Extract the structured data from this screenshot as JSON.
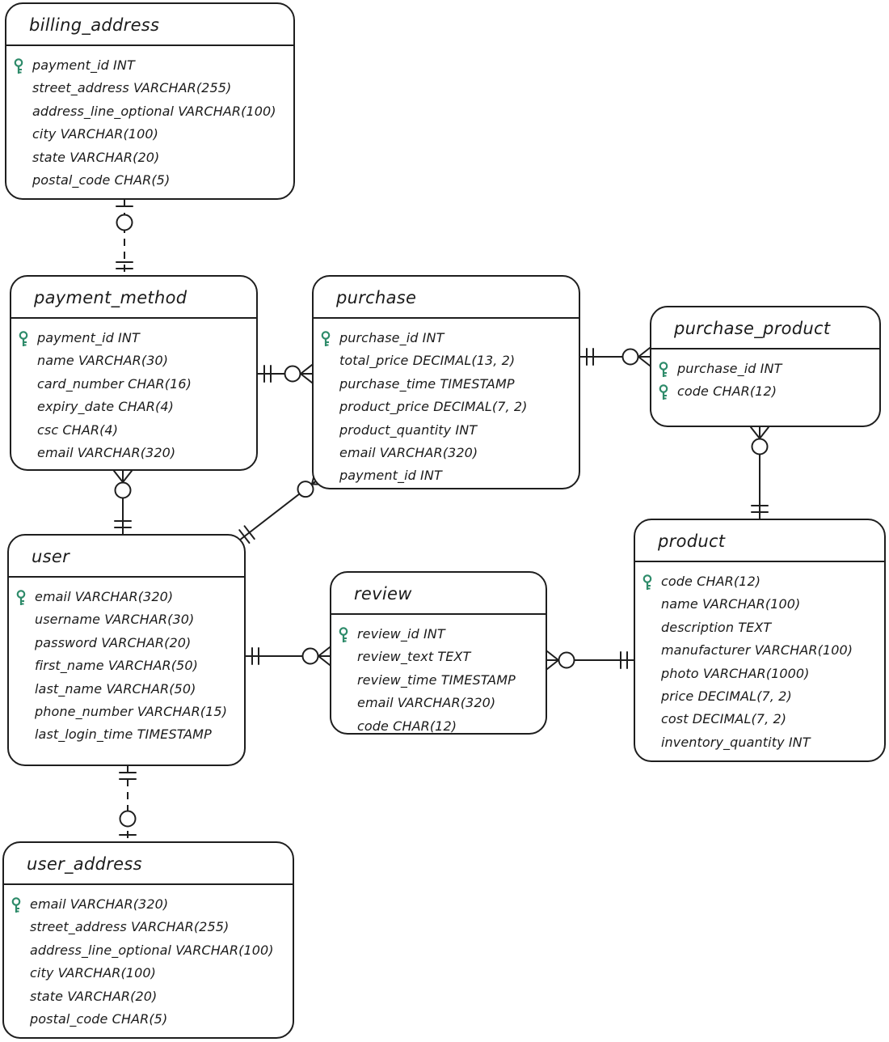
{
  "colors": {
    "stroke": "#1e1e1e",
    "key": "#2e8b6a"
  },
  "entities": {
    "billing_address": {
      "title": "billing_address",
      "fields": [
        {
          "text": "payment_id INT",
          "pk": true
        },
        {
          "text": "street_address VARCHAR(255)",
          "pk": false
        },
        {
          "text": "address_line_optional VARCHAR(100)",
          "pk": false
        },
        {
          "text": "city VARCHAR(100)",
          "pk": false
        },
        {
          "text": "state VARCHAR(20)",
          "pk": false
        },
        {
          "text": "postal_code CHAR(5)",
          "pk": false
        }
      ]
    },
    "payment_method": {
      "title": "payment_method",
      "fields": [
        {
          "text": "payment_id INT",
          "pk": true
        },
        {
          "text": "name VARCHAR(30)",
          "pk": false
        },
        {
          "text": "card_number CHAR(16)",
          "pk": false
        },
        {
          "text": "expiry_date CHAR(4)",
          "pk": false
        },
        {
          "text": "csc CHAR(4)",
          "pk": false
        },
        {
          "text": "email VARCHAR(320)",
          "pk": false
        }
      ]
    },
    "purchase": {
      "title": "purchase",
      "fields": [
        {
          "text": "purchase_id INT",
          "pk": true
        },
        {
          "text": "total_price DECIMAL(13, 2)",
          "pk": false
        },
        {
          "text": "purchase_time TIMESTAMP",
          "pk": false
        },
        {
          "text": "product_price DECIMAL(7, 2)",
          "pk": false
        },
        {
          "text": "product_quantity INT",
          "pk": false
        },
        {
          "text": "email VARCHAR(320)",
          "pk": false
        },
        {
          "text": "payment_id INT",
          "pk": false
        }
      ]
    },
    "purchase_product": {
      "title": "purchase_product",
      "fields": [
        {
          "text": "purchase_id INT",
          "pk": true
        },
        {
          "text": "code CHAR(12)",
          "pk": true
        }
      ]
    },
    "user": {
      "title": "user",
      "fields": [
        {
          "text": "email VARCHAR(320)",
          "pk": true
        },
        {
          "text": "username VARCHAR(30)",
          "pk": false
        },
        {
          "text": "password VARCHAR(20)",
          "pk": false
        },
        {
          "text": "first_name VARCHAR(50)",
          "pk": false
        },
        {
          "text": "last_name VARCHAR(50)",
          "pk": false
        },
        {
          "text": "phone_number VARCHAR(15)",
          "pk": false
        },
        {
          "text": "last_login_time TIMESTAMP",
          "pk": false
        }
      ]
    },
    "review": {
      "title": "review",
      "fields": [
        {
          "text": "review_id INT",
          "pk": true
        },
        {
          "text": "review_text TEXT",
          "pk": false
        },
        {
          "text": "review_time TIMESTAMP",
          "pk": false
        },
        {
          "text": "email VARCHAR(320)",
          "pk": false
        },
        {
          "text": "code CHAR(12)",
          "pk": false
        }
      ]
    },
    "product": {
      "title": "product",
      "fields": [
        {
          "text": "code CHAR(12)",
          "pk": true
        },
        {
          "text": "name VARCHAR(100)",
          "pk": false
        },
        {
          "text": "description TEXT",
          "pk": false
        },
        {
          "text": "manufacturer VARCHAR(100)",
          "pk": false
        },
        {
          "text": "photo VARCHAR(1000)",
          "pk": false
        },
        {
          "text": "price DECIMAL(7, 2)",
          "pk": false
        },
        {
          "text": "cost DECIMAL(7, 2)",
          "pk": false
        },
        {
          "text": "inventory_quantity INT",
          "pk": false
        }
      ]
    },
    "user_address": {
      "title": "user_address",
      "fields": [
        {
          "text": "email VARCHAR(320)",
          "pk": true
        },
        {
          "text": "street_address VARCHAR(255)",
          "pk": false
        },
        {
          "text": "address_line_optional VARCHAR(100)",
          "pk": false
        },
        {
          "text": "city VARCHAR(100)",
          "pk": false
        },
        {
          "text": "state VARCHAR(20)",
          "pk": false
        },
        {
          "text": "postal_code CHAR(5)",
          "pk": false
        }
      ]
    }
  },
  "relationships": [
    {
      "from": "billing_address",
      "to": "payment_method",
      "from_end": "zero-or-one",
      "to_end": "exactly-one"
    },
    {
      "from": "payment_method",
      "to": "purchase",
      "from_end": "exactly-one",
      "to_end": "zero-or-many"
    },
    {
      "from": "purchase",
      "to": "purchase_product",
      "from_end": "exactly-one",
      "to_end": "zero-or-many"
    },
    {
      "from": "payment_method",
      "to": "user",
      "from_end": "zero-or-many",
      "to_end": "exactly-one"
    },
    {
      "from": "user",
      "to": "purchase",
      "from_end": "exactly-one",
      "to_end": "zero-or-many"
    },
    {
      "from": "purchase_product",
      "to": "product",
      "from_end": "zero-or-many",
      "to_end": "exactly-one"
    },
    {
      "from": "user",
      "to": "review",
      "from_end": "exactly-one",
      "to_end": "zero-or-many"
    },
    {
      "from": "review",
      "to": "product",
      "from_end": "zero-or-many",
      "to_end": "exactly-one"
    },
    {
      "from": "user",
      "to": "user_address",
      "from_end": "exactly-one",
      "to_end": "zero-or-one"
    }
  ]
}
